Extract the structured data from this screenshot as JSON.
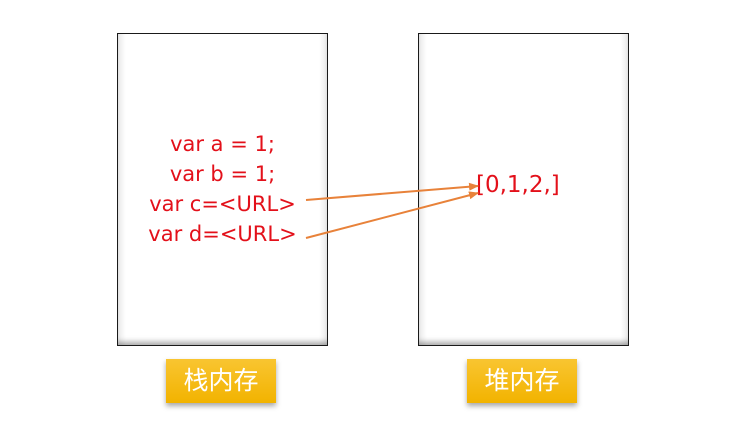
{
  "stack": {
    "label": "栈内存",
    "lines": [
      "var a = 1;",
      "var b = 1;",
      "var c=<URL>",
      "var d=<URL>"
    ]
  },
  "heap": {
    "label": "堆内存",
    "value": "[0,1,2,]"
  },
  "colors": {
    "code_text": "#e3101a",
    "arrow": "#e8823a",
    "label_bg": "#f5bb14",
    "label_text": "#ffffff",
    "box_border": "#1a1a1a"
  },
  "arrows": [
    {
      "from": "stack.lines.2",
      "to": "heap.value"
    },
    {
      "from": "stack.lines.3",
      "to": "heap.value"
    }
  ]
}
